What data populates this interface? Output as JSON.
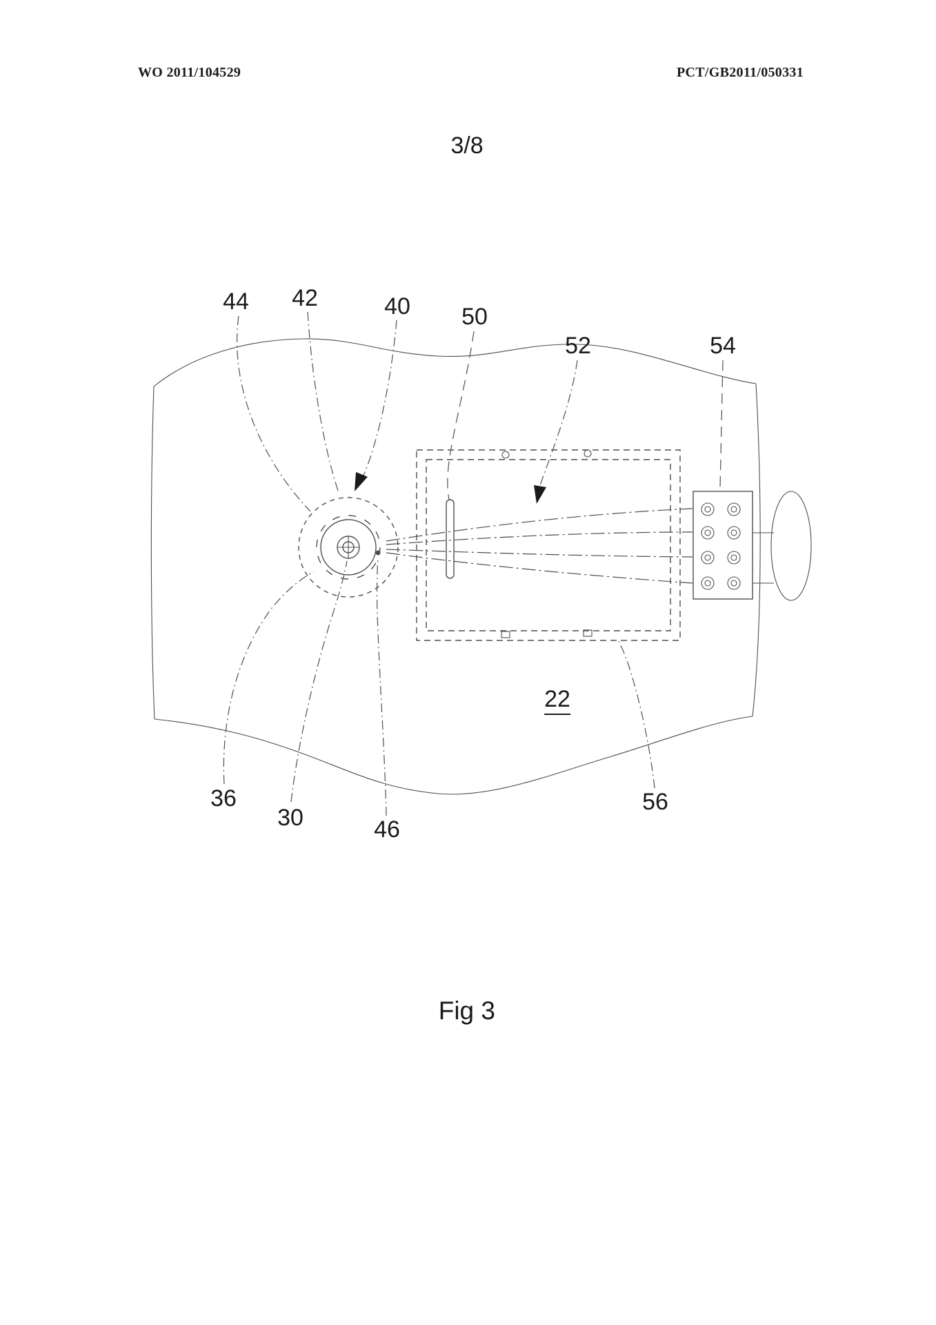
{
  "colors": {
    "background": "#ffffff",
    "ink": "#1a1a1a",
    "line": "#4d4d4d"
  },
  "header": {
    "left": "WO 2011/104529",
    "right": "PCT/GB2011/050331"
  },
  "sheet_number": "3/8",
  "figure": {
    "caption": "Fig 3",
    "reference_numerals": {
      "n44": "44",
      "n42": "42",
      "n40": "40",
      "n50": "50",
      "n52": "52",
      "n54": "54",
      "n22": "22",
      "n36": "36",
      "n30": "30",
      "n46": "46",
      "n56": "56"
    }
  }
}
